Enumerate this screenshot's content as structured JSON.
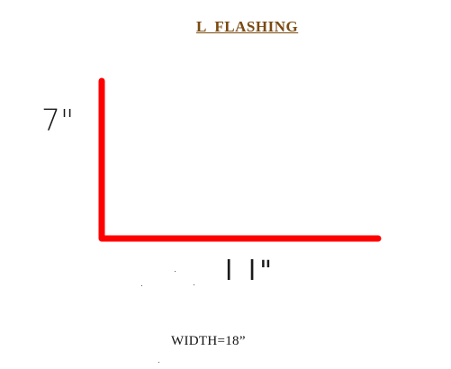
{
  "title": "L  FLASHING",
  "vertical_leg_label": "7\"",
  "horizontal_leg_label": "l l\"",
  "width_label": "WIDTH=18”",
  "colors": {
    "title": "#7a4a10",
    "flashing": "#ff0000",
    "text": "#111111"
  }
}
